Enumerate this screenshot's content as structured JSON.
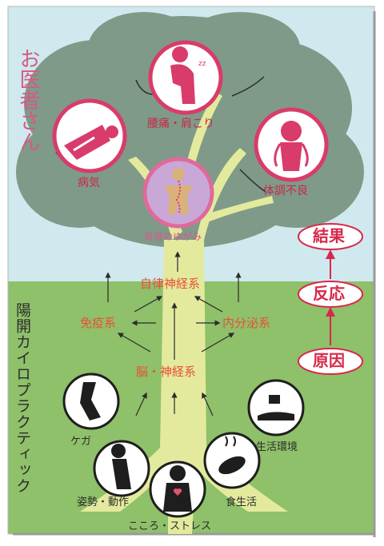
{
  "left_title_top": "お医者さん",
  "left_title_bottom": "陽開カイロプラクティック",
  "results": {
    "back_pain": "腰痛・肩こり",
    "illness": "病気",
    "poor_health": "体調不良",
    "spine": "背骨のゆがみ"
  },
  "systems": {
    "autonomic": "自律神経系",
    "immune": "免疫系",
    "endocrine": "内分泌系",
    "brain": "脳・神経系"
  },
  "causes": {
    "injury": "ケガ",
    "posture": "姿勢・動作",
    "mind_stress": "こころ・ストレス",
    "diet": "食生活",
    "environment": "生活環境"
  },
  "legend": {
    "result": "結果",
    "reaction": "反応",
    "cause": "原因"
  },
  "colors": {
    "sky": "#cfe9ee",
    "ground": "#8fc06a",
    "canopy": "#7f9a88",
    "trunk": "#e3ea9e",
    "ring": "#d93b6a",
    "spine_ring": "#e06a9a"
  }
}
